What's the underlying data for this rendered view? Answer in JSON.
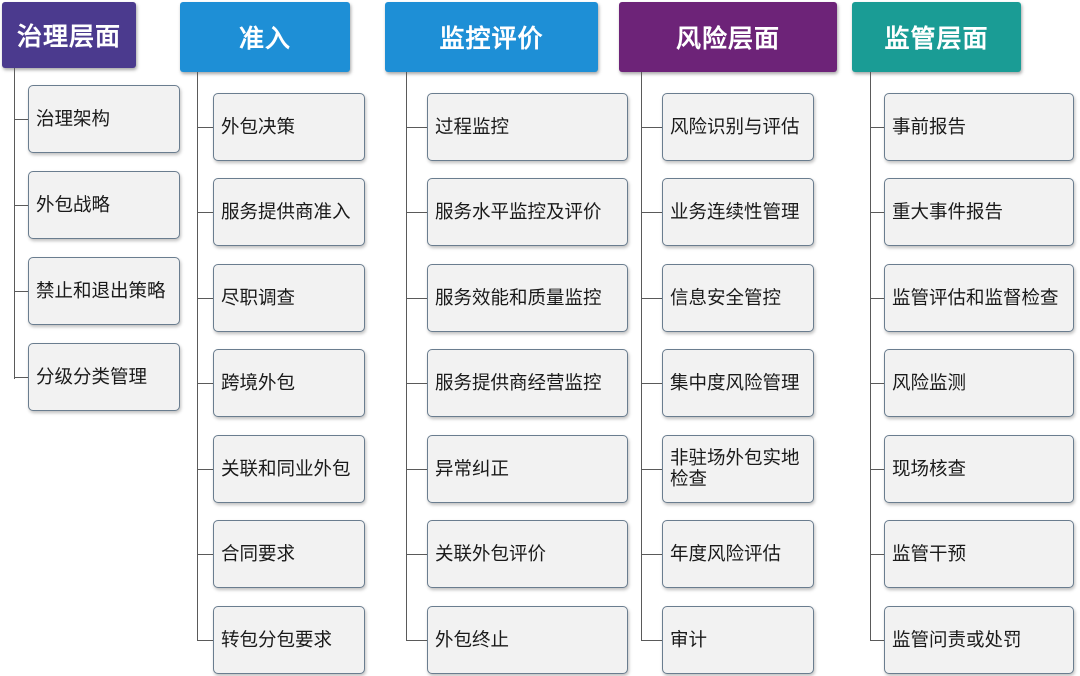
{
  "columns": [
    {
      "id": "governance",
      "title": "治理层面",
      "color": "#4b3a8e",
      "items": [
        "治理架构",
        "外包战略",
        "禁止和退出策略",
        "分级分类管理"
      ]
    },
    {
      "id": "access",
      "title": "准入",
      "color": "#1e8fd6",
      "items": [
        "外包决策",
        "服务提供商准入",
        "尽职调查",
        "跨境外包",
        "关联和同业外包",
        "合同要求",
        "转包分包要求"
      ]
    },
    {
      "id": "monitoring",
      "title": "监控评价",
      "color": "#1e8fd6",
      "items": [
        "过程监控",
        "服务水平监控及评价",
        "服务效能和质量监控",
        "服务提供商经营监控",
        "异常纠正",
        "关联外包评价",
        "外包终止"
      ]
    },
    {
      "id": "risk",
      "title": "风险层面",
      "color": "#6d2378",
      "items": [
        "风险识别与评估",
        "业务连续性管理",
        "信息安全管控",
        "集中度风险管理",
        "非驻场外包实地检查",
        "年度风险评估",
        "审计"
      ]
    },
    {
      "id": "regulatory",
      "title": "监管层面",
      "color": "#1a9c95",
      "items": [
        "事前报告",
        "重大事件报告",
        "监管评估和监督检查",
        "风险监测",
        "现场核查",
        "监管干预",
        "监管问责或处罚"
      ]
    }
  ]
}
